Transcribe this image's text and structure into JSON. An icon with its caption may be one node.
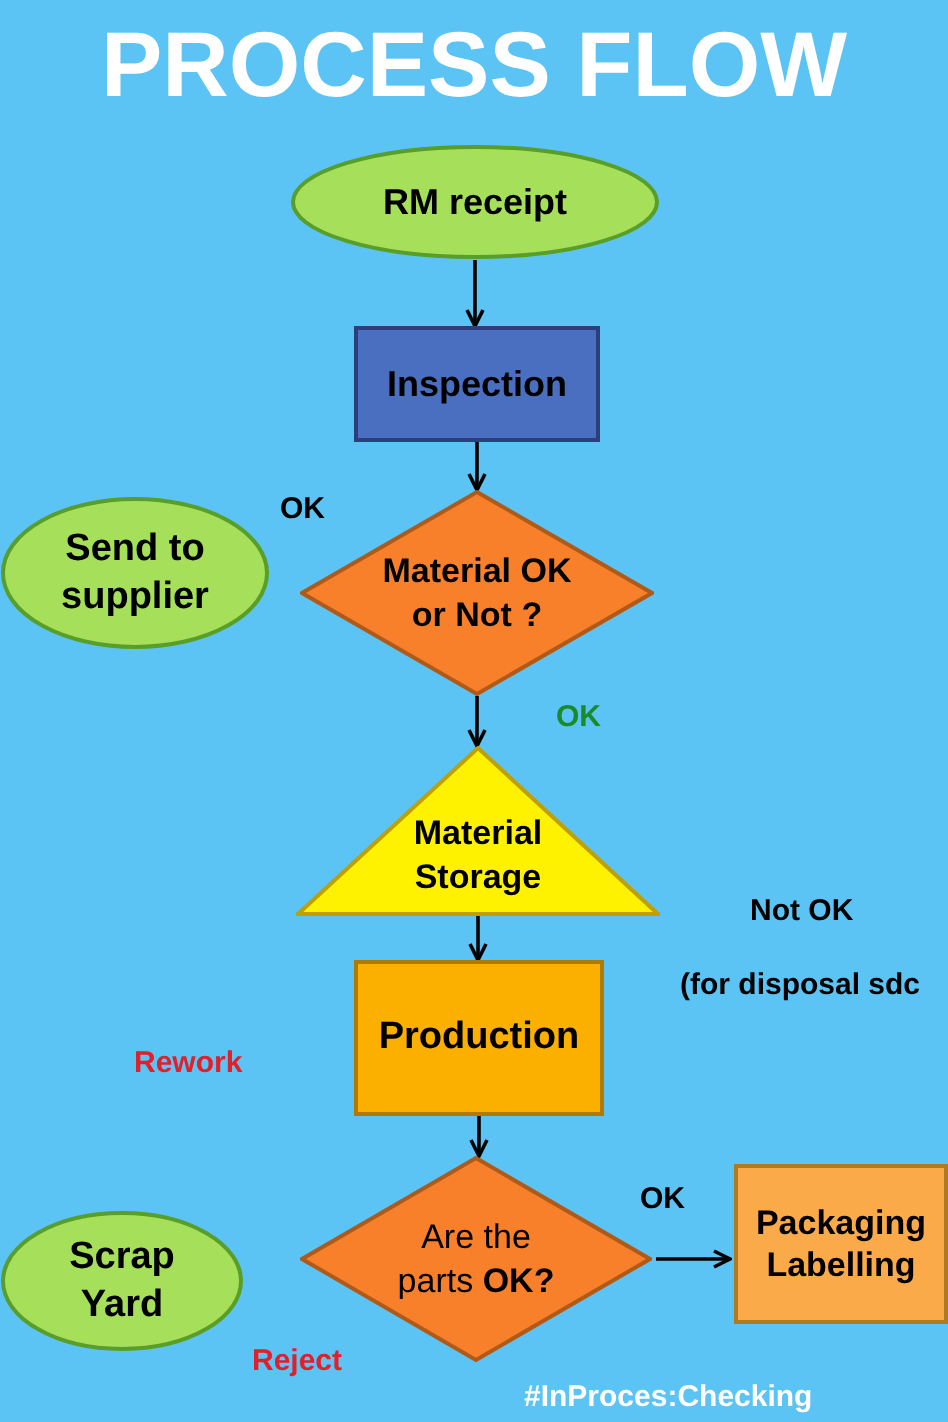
{
  "diagram": {
    "title": "PROCESS FLOW",
    "nodes": [
      {
        "text": [
          "RM receipt"
        ]
      },
      {
        "text": [
          "Inspection"
        ]
      },
      {
        "text": [
          "Send to supplier"
        ]
      },
      {
        "text": [
          "Material OK or Not ?"
        ]
      },
      {
        "text": [
          "Material Storage"
        ]
      },
      {
        "text": [
          "Production"
        ]
      },
      {
        "text": [
          "Scrap Yard"
        ]
      },
      {
        "text": [
          "Are the parts **OK?**"
        ]
      },
      {
        "text": [
          "Packaging Labelling"
        ]
      }
    ],
    "edges": [
      {
        "from": 0,
        "to": 1,
        "arrow": "to"
      },
      {
        "from": 1,
        "to": 3,
        "arrow": "to"
      },
      {
        "from": 3,
        "to": 4,
        "arrow": "to",
        "label": "OK"
      },
      {
        "from": 4,
        "to": 5,
        "arrow": "to"
      },
      {
        "from": 5,
        "to": 7,
        "arrow": "to"
      },
      {
        "from": 7,
        "to": 8,
        "arrow": "to",
        "label": "OK"
      }
    ],
    "labels": [
      "OK",
      "Not OK",
      "(for disposal sdc",
      "Rework",
      "Reject",
      "#InProces:Checking"
    ]
  }
}
